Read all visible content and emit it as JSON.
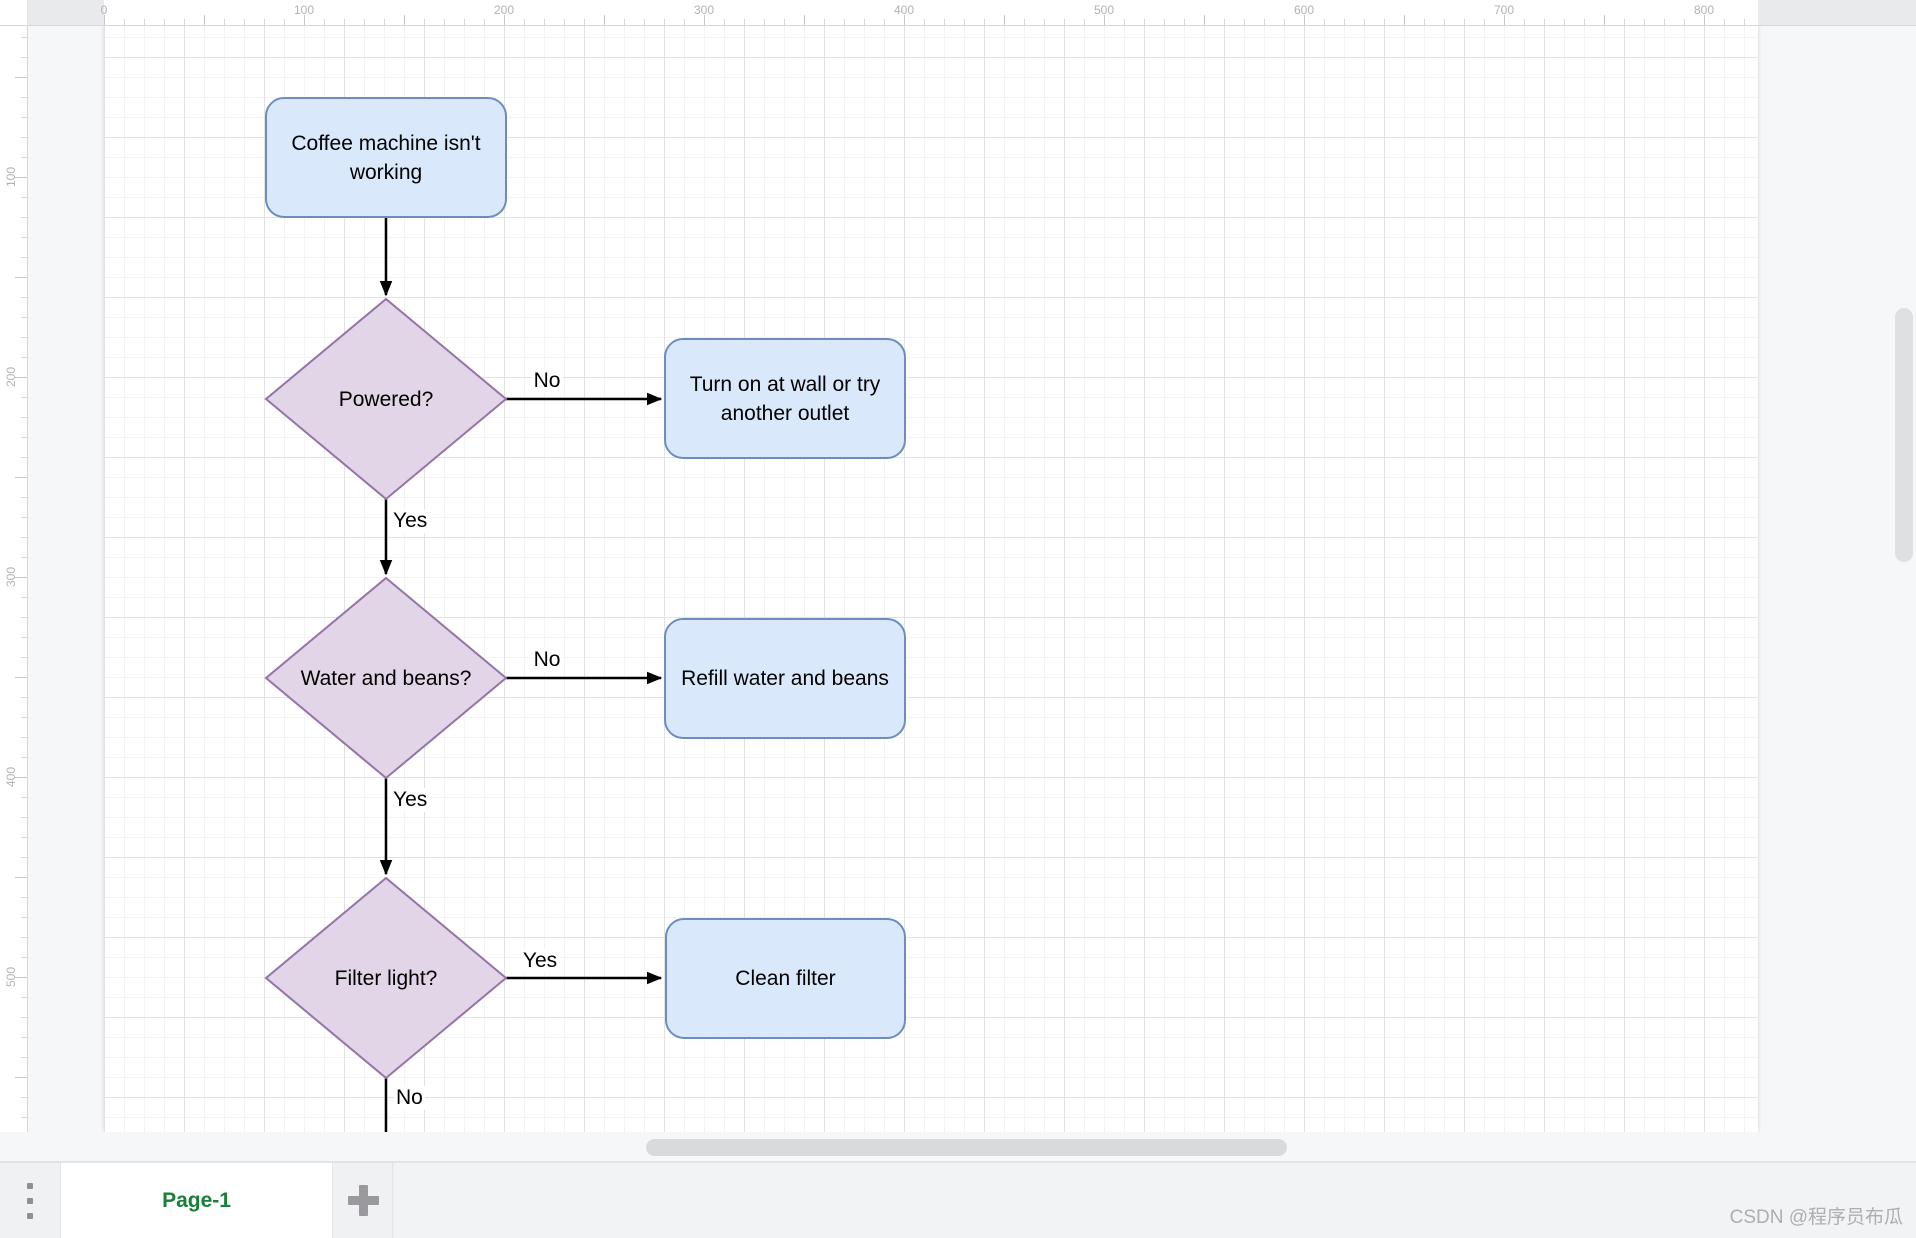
{
  "rulers": {
    "top_labels": [
      "0",
      "100",
      "200",
      "300",
      "400",
      "500",
      "600",
      "700",
      "800"
    ],
    "left_labels": [
      "100",
      "200",
      "300",
      "400",
      "500"
    ]
  },
  "diagram": {
    "type": "flowchart",
    "nodes": [
      {
        "id": "start",
        "shape": "rounded-rectangle",
        "label": "Coffee machine isn't working"
      },
      {
        "id": "powered",
        "shape": "diamond",
        "label": "Powered?"
      },
      {
        "id": "outlet",
        "shape": "rounded-rectangle",
        "label": "Turn on at wall or try another outlet"
      },
      {
        "id": "water",
        "shape": "diamond",
        "label": "Water and beans?"
      },
      {
        "id": "refill",
        "shape": "rounded-rectangle",
        "label": "Refill water and beans"
      },
      {
        "id": "filter",
        "shape": "diamond",
        "label": "Filter light?"
      },
      {
        "id": "clean",
        "shape": "rounded-rectangle",
        "label": "Clean filter"
      }
    ],
    "edges": [
      {
        "from": "start",
        "to": "powered",
        "label": ""
      },
      {
        "from": "powered",
        "to": "outlet",
        "label": "No"
      },
      {
        "from": "powered",
        "to": "water",
        "label": "Yes"
      },
      {
        "from": "water",
        "to": "refill",
        "label": "No"
      },
      {
        "from": "water",
        "to": "filter",
        "label": "Yes"
      },
      {
        "from": "filter",
        "to": "clean",
        "label": "Yes"
      },
      {
        "from": "filter",
        "to": "offscreen-below",
        "label": "No"
      }
    ],
    "colors": {
      "process_fill": "#dae8fc",
      "process_stroke": "#6c8ebf",
      "decision_fill": "#e1d5e7",
      "decision_stroke": "#9673a6",
      "edge_stroke": "#000000"
    }
  },
  "footer": {
    "page_tab_label": "Page-1",
    "page_tab_color": "#188038"
  },
  "watermark_text": "CSDN @程序员布瓜"
}
